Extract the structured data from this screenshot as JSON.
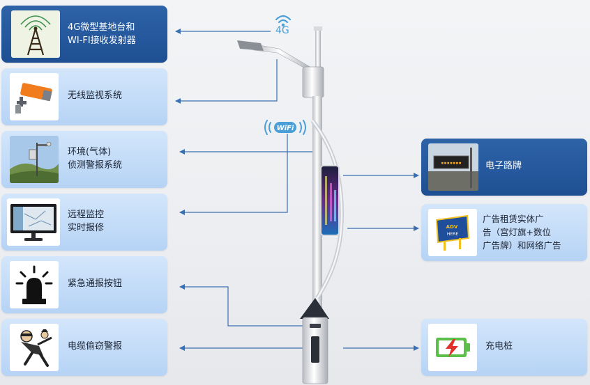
{
  "left_items": [
    {
      "id": "4g-base-station",
      "label_lines": [
        "4G微型基地台和",
        "WI-FI接收发射器"
      ],
      "icon": "antenna-tower-icon",
      "dark": true
    },
    {
      "id": "video-surveillance",
      "label_lines": [
        "无线监视系统"
      ],
      "icon": "security-camera-icon",
      "dark": false
    },
    {
      "id": "environment-monitor",
      "label_lines": [
        "环境(气体)",
        "侦测警报系统"
      ],
      "icon": "weather-station-icon",
      "dark": false
    },
    {
      "id": "remote-monitor",
      "label_lines": [
        "远程监控",
        "实时报修"
      ],
      "icon": "monitor-icon",
      "dark": false
    },
    {
      "id": "emergency-button",
      "label_lines": [
        "紧急通报按钮"
      ],
      "icon": "alarm-light-icon",
      "dark": false
    },
    {
      "id": "cable-theft-alarm",
      "label_lines": [
        "电缆偷窃警报"
      ],
      "icon": "thief-icon",
      "dark": false
    }
  ],
  "right_items": [
    {
      "id": "electronic-sign",
      "label_lines": [
        "电子路牌"
      ],
      "icon": "led-sign-icon",
      "dark": true
    },
    {
      "id": "advertising",
      "label_lines": [
        "广告租赁实体广",
        "告（宫灯旗+数位",
        "广告牌）和网络广告"
      ],
      "icon": "billboard-icon",
      "dark": false
    },
    {
      "id": "charging-pile",
      "label_lines": [
        "充电桩"
      ],
      "icon": "charging-icon",
      "dark": false
    }
  ],
  "signals": {
    "cellular": "4G",
    "wifi": "WiFi"
  },
  "colors": {
    "card_light": "#bcd7f6",
    "card_dark": "#245aa0",
    "arrow": "#3a6fb0",
    "signal": "#4a9fd8"
  }
}
